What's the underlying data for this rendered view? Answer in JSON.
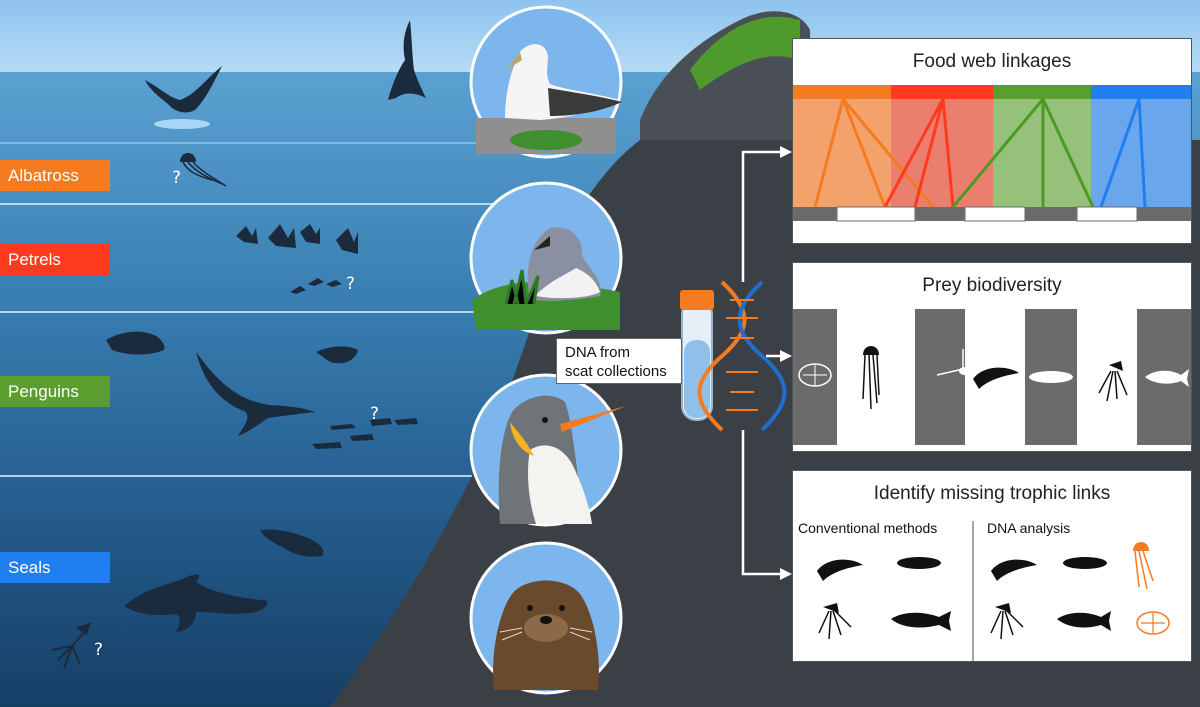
{
  "zones": [
    {
      "label": "Albatross",
      "color": "#f47b20"
    },
    {
      "label": "Petrels",
      "color": "#ff3b1f"
    },
    {
      "label": "Penguins",
      "color": "#5a9e2f"
    },
    {
      "label": "Seals",
      "color": "#1f7ef0"
    }
  ],
  "unknown_mark": "?",
  "dna_box": {
    "line1": "DNA from",
    "line2": "scat collections"
  },
  "panels": {
    "food_web": {
      "title": "Food web linkages",
      "colors": [
        "#f47b20",
        "#ff3b1f",
        "#5a9e2f",
        "#1f7ef0"
      ]
    },
    "prey_biodiversity": {
      "title": "Prey biodiversity"
    },
    "missing_links": {
      "title": "Identify missing trophic links",
      "left_heading": "Conventional methods",
      "right_heading": "DNA analysis"
    }
  },
  "icons": {
    "predators": [
      "albatross-icon",
      "petrel-icon",
      "king-penguin-icon",
      "fur-seal-icon"
    ],
    "prey": [
      "ctenophore-icon",
      "jellyfish-icon",
      "amphipod-icon",
      "krill-icon",
      "fish-larva-icon",
      "squid-icon",
      "fish-icon"
    ]
  }
}
